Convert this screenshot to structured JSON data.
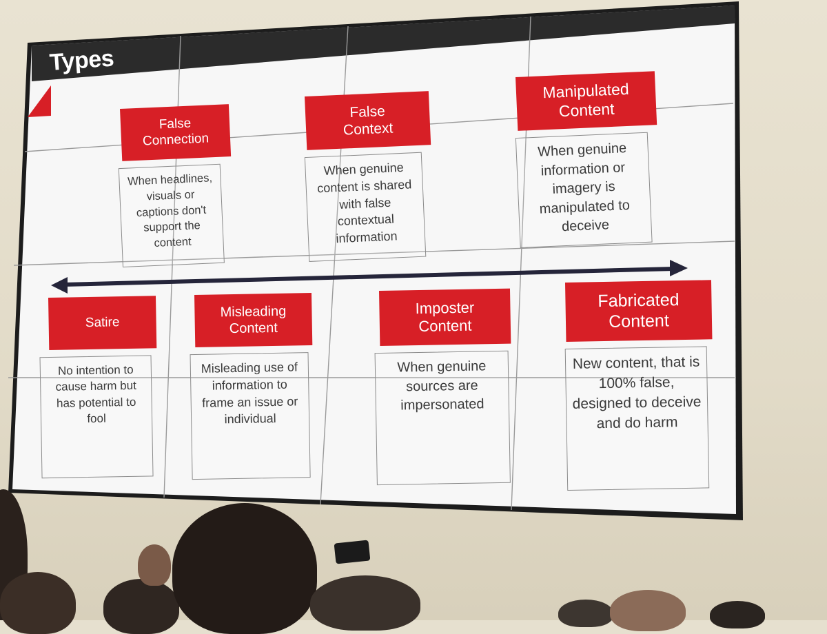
{
  "slide": {
    "title": "Types",
    "top_row": [
      {
        "label": "False\nConnection",
        "description": "When headlines, visuals or captions don't support the content"
      },
      {
        "label": "False\nContext",
        "description": "When genuine content is shared with false contextual information"
      },
      {
        "label": "Manipulated\nContent",
        "description": "When genuine information or imagery is manipulated to deceive"
      }
    ],
    "bottom_row": [
      {
        "label": "Satire",
        "description": "No intention to cause harm but has potential to fool"
      },
      {
        "label": "Misleading\nContent",
        "description": "Misleading use of information to frame an issue or individual"
      },
      {
        "label": "Imposter\nContent",
        "description": "When genuine sources are impersonated"
      },
      {
        "label": "Fabricated\nContent",
        "description": "New content, that is 100% false, designed to deceive and do harm"
      }
    ]
  },
  "colors": {
    "accent_red": "#d71f26",
    "title_bar": "#2b2b2b",
    "arrow": "#25253a",
    "screen_bg": "#f7f7f7",
    "wall": "#e6e0cf"
  }
}
